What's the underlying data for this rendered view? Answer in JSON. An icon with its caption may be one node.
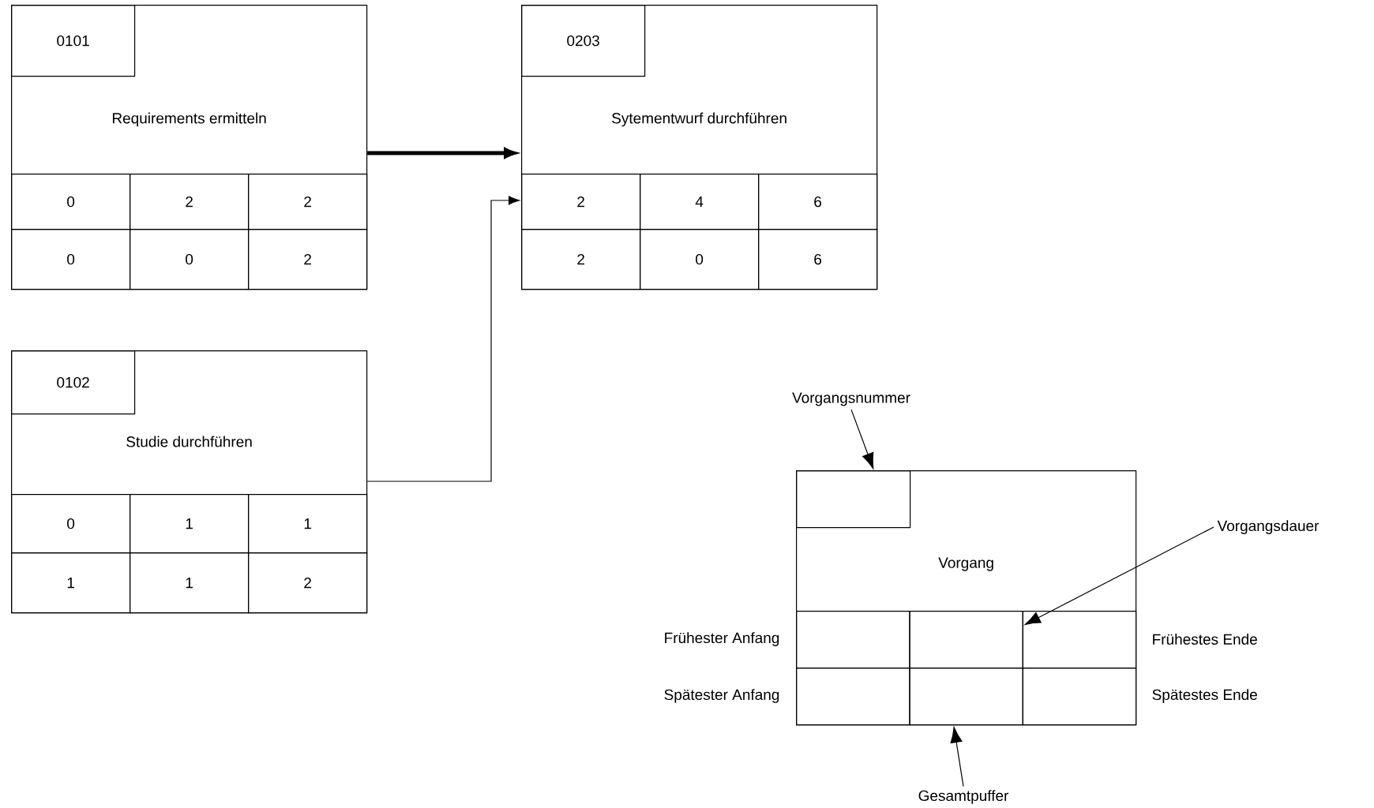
{
  "diagram": {
    "nodes": [
      {
        "text": [
          "Requirements ermitteln"
        ]
      },
      {
        "text": [
          "0101"
        ],
        "in": 0
      },
      {
        "text": [
          "0"
        ],
        "in": 0
      },
      {
        "text": [
          "2"
        ],
        "in": 0
      },
      {
        "text": [
          "2"
        ],
        "in": 0
      },
      {
        "text": [
          "0"
        ],
        "in": 0
      },
      {
        "text": [
          "0"
        ],
        "in": 0
      },
      {
        "text": [
          "2"
        ],
        "in": 0
      },
      {
        "text": [
          "Sytementwurf durchführen"
        ]
      },
      {
        "text": [
          "0203"
        ],
        "in": 8
      },
      {
        "text": [
          "2"
        ],
        "in": 8
      },
      {
        "text": [
          "4"
        ],
        "in": 8
      },
      {
        "text": [
          "6"
        ],
        "in": 8
      },
      {
        "text": [
          "2"
        ],
        "in": 8
      },
      {
        "text": [
          "0"
        ],
        "in": 8
      },
      {
        "text": [
          "6"
        ],
        "in": 8
      },
      {
        "text": [
          "Studie durchführen"
        ]
      },
      {
        "text": [
          "0102"
        ],
        "in": 16
      },
      {
        "text": [
          "0"
        ],
        "in": 16
      },
      {
        "text": [
          "1"
        ],
        "in": 16
      },
      {
        "text": [
          "1"
        ],
        "in": 16
      },
      {
        "text": [
          "1"
        ],
        "in": 16
      },
      {
        "text": [
          "1"
        ],
        "in": 16
      },
      {
        "text": [
          "2"
        ],
        "in": 16
      },
      {
        "text": [
          "Vorgangsnummer"
        ]
      },
      {
        "text": [
          "Vorgang"
        ]
      },
      {
        "text": [],
        "shape": "box",
        "in": 25
      },
      {
        "text": [],
        "shape": "box",
        "in": 25
      },
      {
        "text": [],
        "shape": "box",
        "in": 25
      },
      {
        "text": [],
        "shape": "box",
        "in": 25
      },
      {
        "text": [],
        "shape": "box",
        "in": 25
      },
      {
        "text": [],
        "shape": "box",
        "in": 25
      },
      {
        "text": [],
        "shape": "box",
        "in": 25
      },
      {
        "text": [
          "Vorgangsdauer"
        ]
      },
      {
        "text": [
          "Gesamtpuffer"
        ]
      }
    ],
    "edges": [
      {
        "from": 0,
        "to": 8,
        "arrow": "to",
        "style": "thick"
      },
      {
        "from": 16,
        "to": 10,
        "arrow": "to"
      },
      {
        "from": 24,
        "to": 26,
        "arrow": "to"
      },
      {
        "from": 33,
        "to": 28,
        "arrow": "to"
      },
      {
        "from": 34,
        "to": 31,
        "arrow": "to"
      }
    ],
    "labels": [
      "Frühester Anfang",
      "Frühestes Ende",
      "Spätester Anfang",
      "Spätestes Ende"
    ]
  }
}
